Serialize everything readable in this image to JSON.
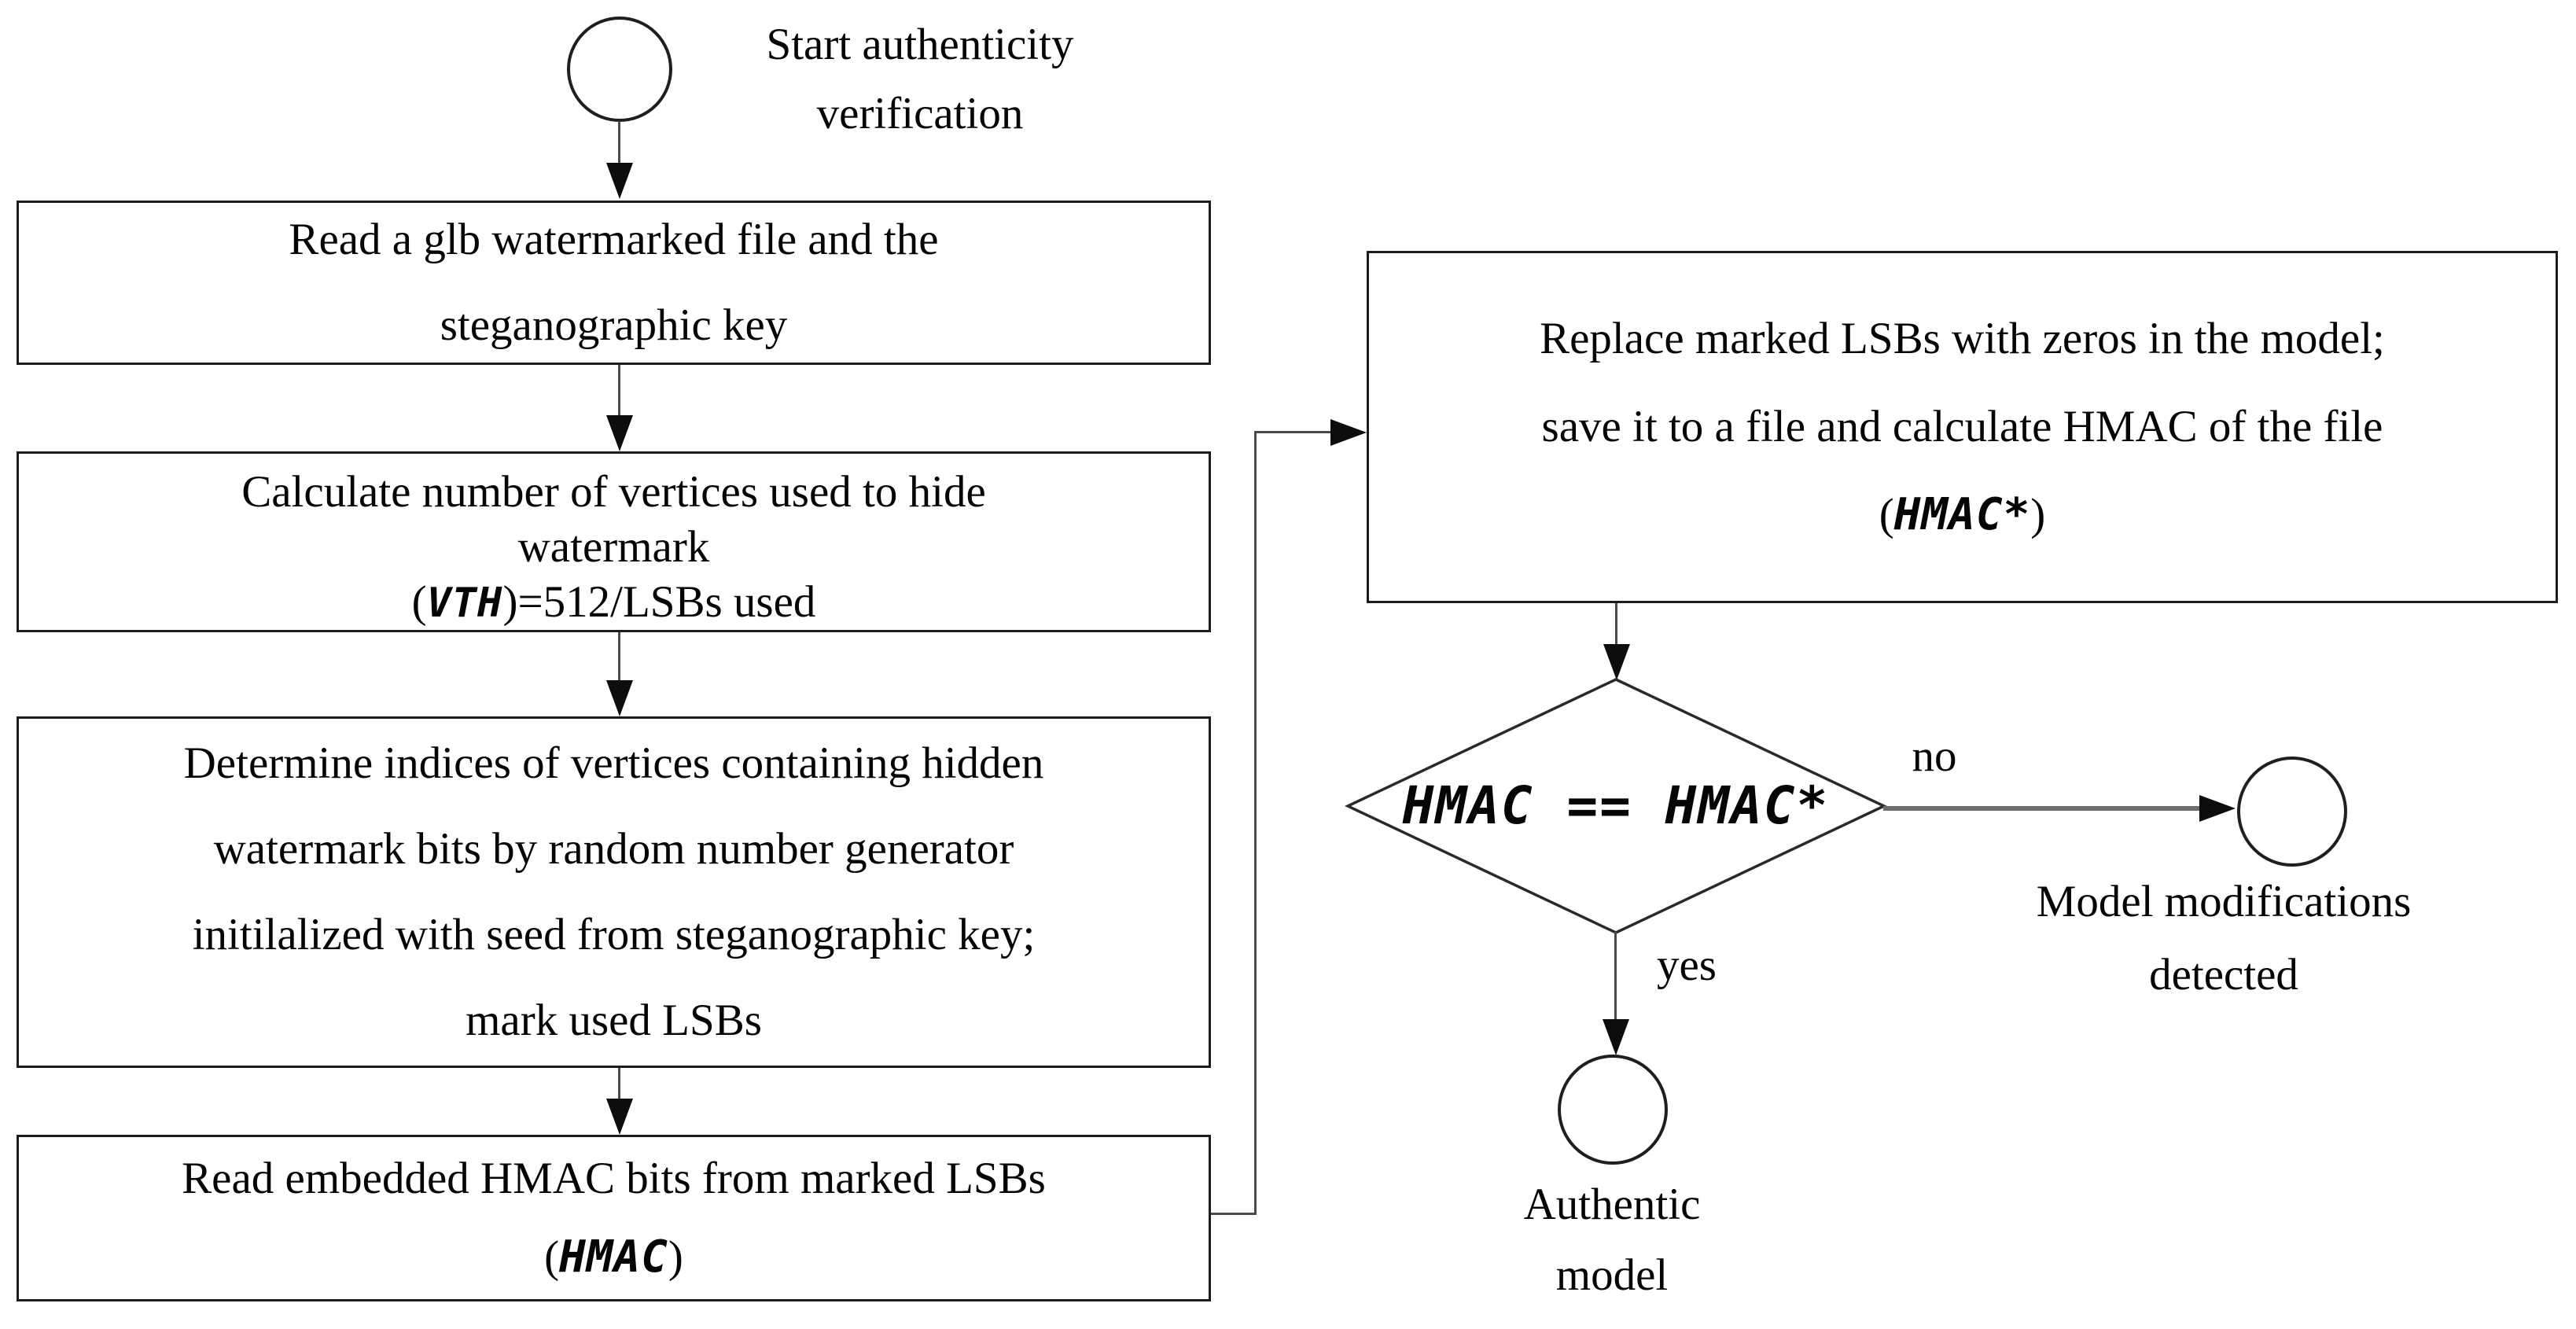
{
  "start": {
    "line1": "Start authenticity",
    "line2": "verification"
  },
  "boxes": {
    "read_file": {
      "line1": "Read a glb watermarked file and the",
      "line2": "steganographic key"
    },
    "calc": {
      "line1": "Calculate number of vertices used to hide",
      "line2": "watermark",
      "open": "(",
      "var": "VTH",
      "rest": ")=512/LSBs used"
    },
    "indices": {
      "line1": "Determine indices of vertices containing hidden",
      "line2": "watermark bits by random number generator",
      "line3": "initilalized with seed from steganographic key;",
      "line4": "mark used LSBs"
    },
    "read_hmac": {
      "line1": "Read embedded HMAC bits from marked LSBs",
      "open": "(",
      "var": "HMAC",
      "close": ")"
    },
    "replace": {
      "line1": "Replace marked LSBs with zeros in the model;",
      "line2": "save it to a file and calculate HMAC of the file",
      "open": "(",
      "var": "HMAC*",
      "close": ")"
    }
  },
  "decision": {
    "condition": "HMAC == HMAC*"
  },
  "labels": {
    "no": "no",
    "yes": "yes"
  },
  "ends": {
    "modified": {
      "line1": "Model modifications",
      "line2": "detected"
    },
    "authentic": {
      "line1": "Authentic",
      "line2": "model"
    }
  },
  "colors": {
    "line": "#4a4a4a",
    "border": "#1c1c1c",
    "text": "#050505",
    "background": "#ffffff"
  }
}
